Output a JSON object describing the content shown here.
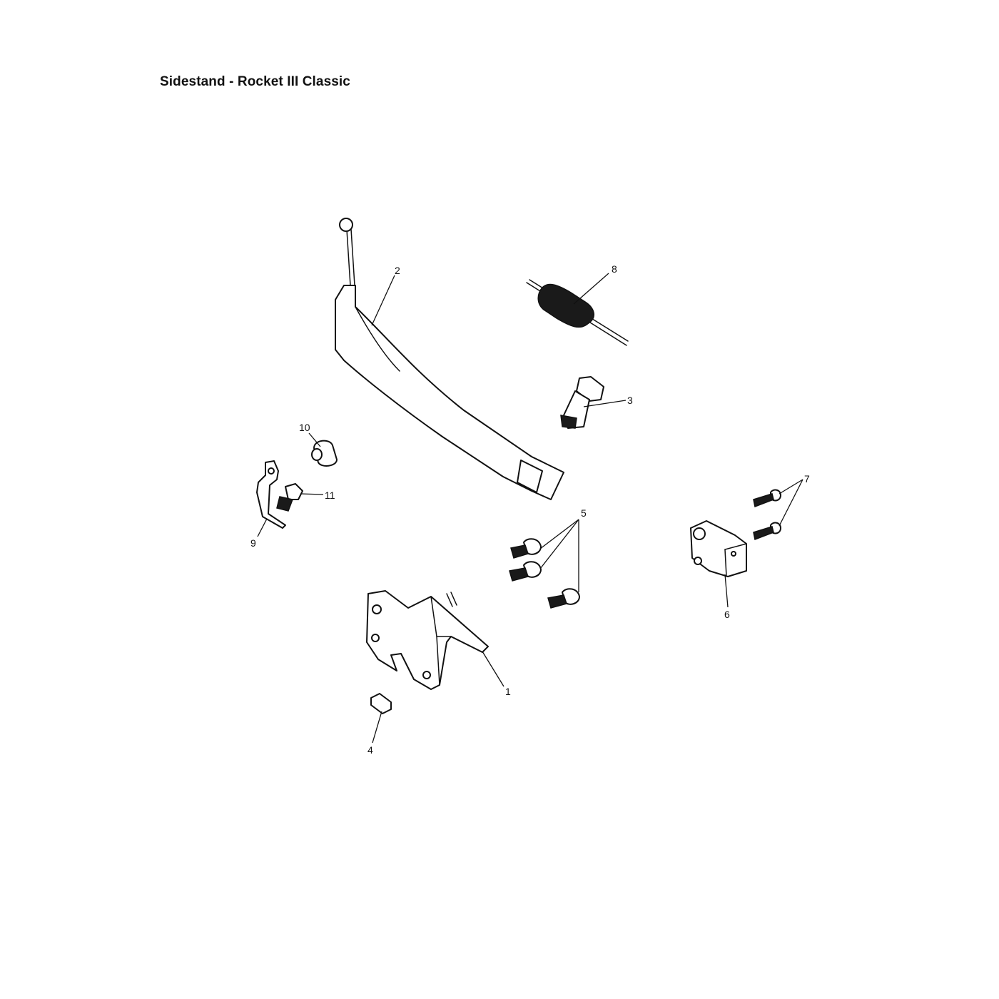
{
  "title": "Sidestand - Rocket III Classic",
  "callouts": {
    "c1": "1",
    "c2": "2",
    "c3": "3",
    "c4": "4",
    "c5": "5",
    "c6": "6",
    "c7": "7",
    "c8": "8",
    "c9": "9",
    "c10": "10",
    "c11": "11"
  }
}
